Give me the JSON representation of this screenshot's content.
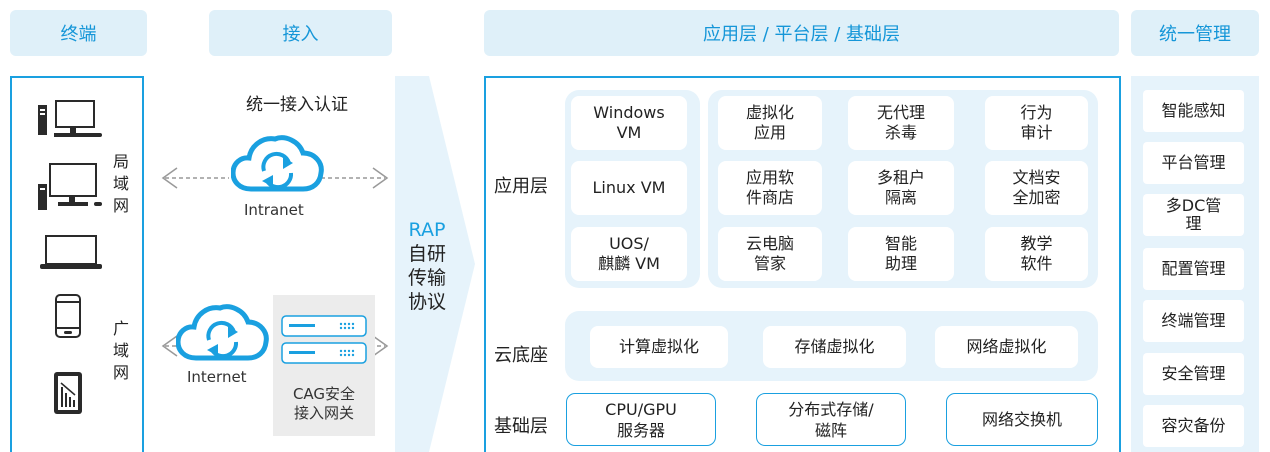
{
  "headers": {
    "terminal": "终端",
    "access": "接入",
    "layers": "应用层 / 平台层 / 基础层",
    "management": "统一管理"
  },
  "terminal": {
    "lan_label": "局\n域\n网",
    "wan_label": "广\n域\n网"
  },
  "access": {
    "auth_title": "统一接入认证",
    "intranet": "Intranet",
    "internet": "Internet",
    "gateway": "CAG安全\n接入网关",
    "protocol_line1": "RAP",
    "protocol_line2": "自研",
    "protocol_line3": "传输",
    "protocol_line4": "协议"
  },
  "layers": {
    "app_layer": "应用层",
    "cloud_base": "云底座",
    "infra_layer": "基础层",
    "vms": [
      "Windows\nVM",
      "Linux VM",
      "UOS/\n麒麟 VM"
    ],
    "apps": [
      "虚拟化\n应用",
      "无代理\n杀毒",
      "行为\n审计",
      "应用软\n件商店",
      "多租户\n隔离",
      "文档安\n全加密",
      "云电脑\n管家",
      "智能\n助理",
      "教学\n软件"
    ],
    "virtualization": [
      "计算虚拟化",
      "存储虚拟化",
      "网络虚拟化"
    ],
    "infra": [
      "CPU/GPU\n服务器",
      "分布式存储/\n磁阵",
      "网络交换机"
    ]
  },
  "management": {
    "items": [
      "智能感知",
      "平台管理",
      "多DC管\n理",
      "配置管理",
      "终端管理",
      "安全管理",
      "容灾备份"
    ]
  },
  "colors": {
    "accent": "#1aa0e0",
    "header_bg": "#dff0f9",
    "panel_bg": "#e6f3fb",
    "icon_dark": "#2a2a2a"
  }
}
